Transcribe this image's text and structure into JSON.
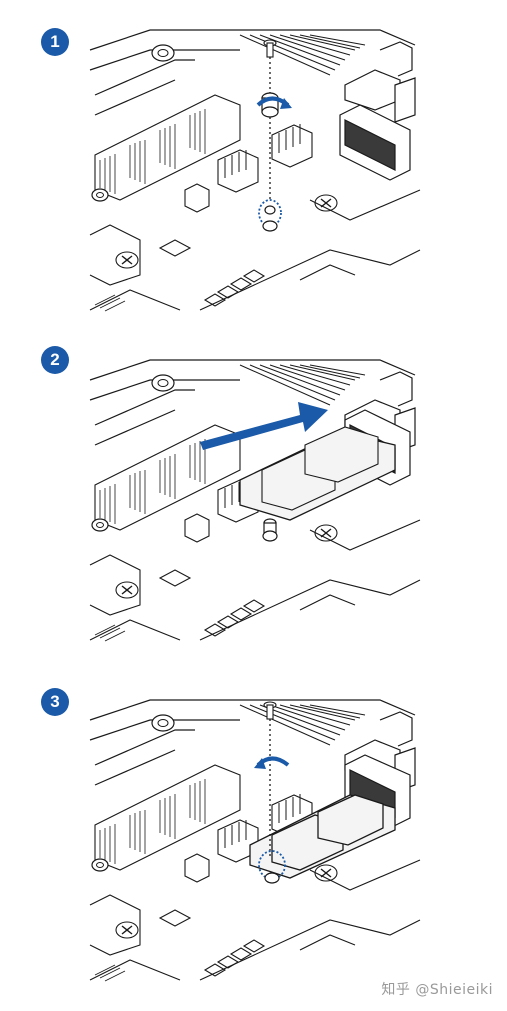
{
  "steps": [
    {
      "number": "1",
      "action": "remove-screw"
    },
    {
      "number": "2",
      "action": "insert-m2-card"
    },
    {
      "number": "3",
      "action": "secure-screw"
    }
  ],
  "watermark": "知乎 @Shieieiki",
  "colors": {
    "badge": "#1a5aa8",
    "arrow": "#1a5aa8",
    "line": "#1a1a1a",
    "module_fill": "#f4f4f4"
  }
}
